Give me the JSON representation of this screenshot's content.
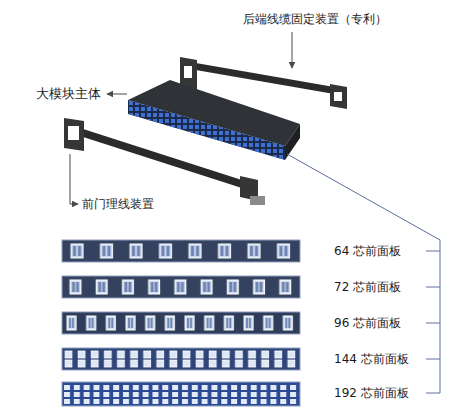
{
  "diagram": {
    "labels": [
      "后端线缆固定装置（专利）",
      "大模块主体",
      "前门理线装置",
      "64 芯前面板",
      "72 芯前面板",
      "96 芯前面板",
      "144 芯前面板",
      "192 芯前面板"
    ]
  }
}
